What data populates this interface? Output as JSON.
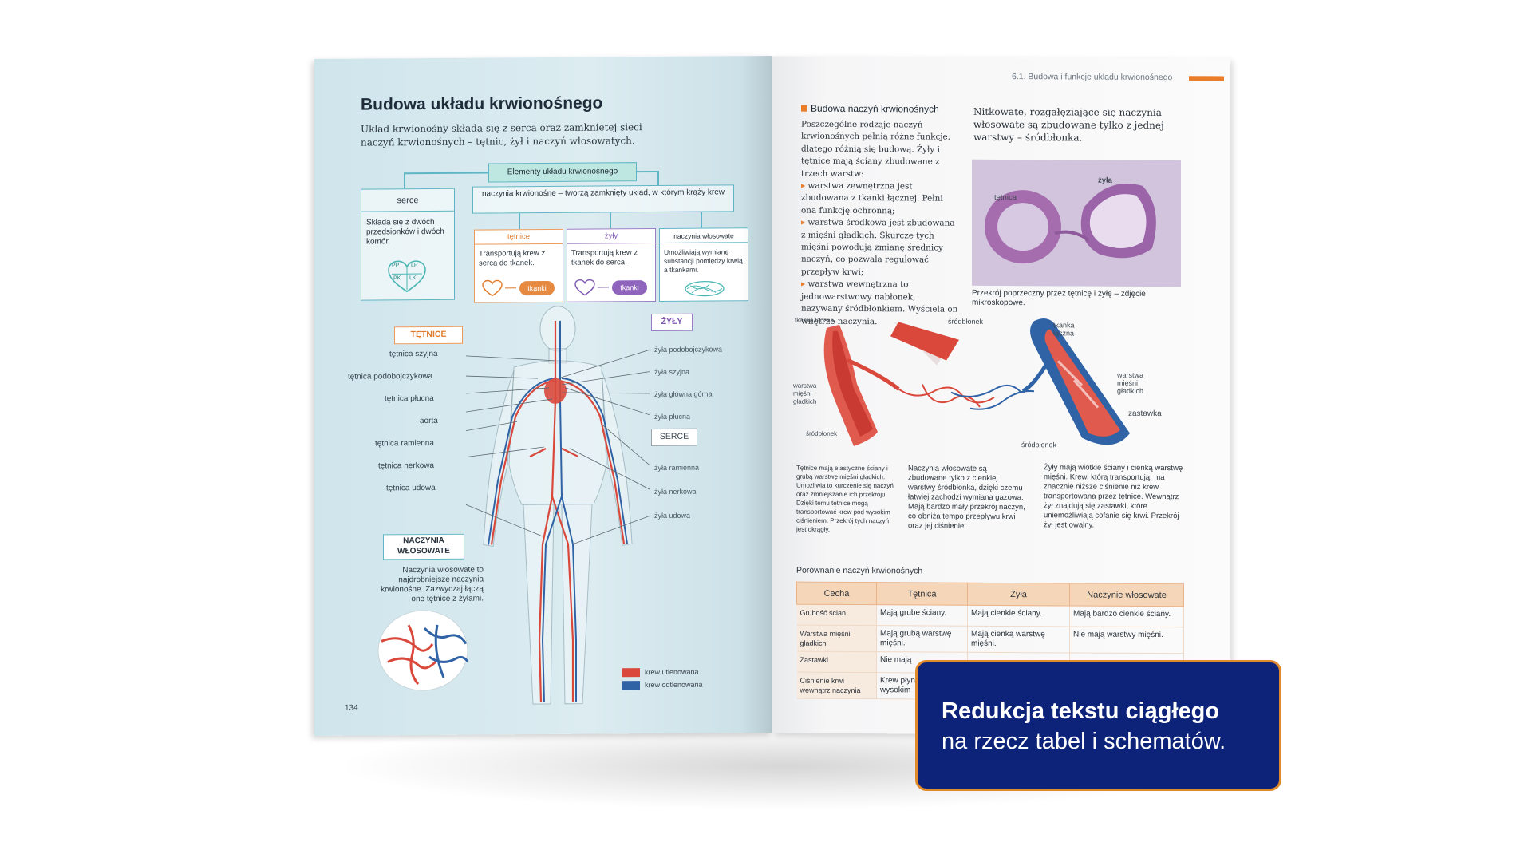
{
  "left_page": {
    "title": "Budowa układu krwionośnego",
    "intro": "Układ krwionośny składa się z serca oraz zamkniętej sieci naczyń krwionośnych – tętnic, żył i naczyń włosowatych.",
    "diagram_header": "Elementy układu krwionośnego",
    "heart_box": {
      "title": "serce",
      "text": "Składa się z dwóch przedsionków i dwóch komór.",
      "chambers": [
        "PP",
        "LP",
        "PK",
        "LK"
      ]
    },
    "vessels_box": {
      "title": "naczynia krwionośne – tworzą zamknięty układ, w którym krąży krew"
    },
    "arteries_box": {
      "title": "tętnice",
      "text": "Transportują krew z serca do tkanek.",
      "tag": "tkanki"
    },
    "veins_box": {
      "title": "żyły",
      "text": "Transportują krew z tkanek do serca.",
      "tag": "tkanki"
    },
    "capillaries_box": {
      "title": "naczynia włosowate",
      "text": "Umożliwiają wymianę substancji pomiędzy krwią a tkankami."
    },
    "arteries_label": "TĘTNICE",
    "veins_label": "ŻYŁY",
    "heart_label": "SERCE",
    "capillaries_label": "NACZYNIA WŁOSOWATE",
    "artery_labels": [
      "tętnica szyjna",
      "tętnica podobojczykowa",
      "tętnica płucna",
      "aorta",
      "tętnica ramienna",
      "tętnica nerkowa",
      "tętnica udowa"
    ],
    "vein_labels_top": [
      "żyła podobojczykowa",
      "żyła szyjna",
      "żyła główna górna",
      "żyła płucna"
    ],
    "vein_labels_bottom": [
      "żyła ramienna",
      "żyła nerkowa",
      "żyła udowa"
    ],
    "capillaries_text": "Naczynia włosowate to najdrobniejsze naczynia krwionośne. Zazwyczaj łączą one tętnice z żyłami.",
    "legend": [
      {
        "label": "krew utlenowana",
        "color": "#d9483b"
      },
      {
        "label": "krew odtlenowana",
        "color": "#2f63a6"
      }
    ],
    "page_number": "134"
  },
  "right_page": {
    "chapter": "6.1. Budowa i funkcje układu krwionośnego",
    "section_title": "Budowa naczyń krwionośnych",
    "body_intro": "Poszczególne rodzaje naczyń krwionośnych pełnią różne funkcje, dlatego różnią się budową. Żyły i tętnice mają ściany zbudowane z trzech warstw:",
    "layers": [
      "warstwa zewnętrzna jest zbudowana z tkanki łącznej. Pełni ona funkcję ochronną;",
      "warstwa środkowa jest zbudowana z mięśni gładkich. Skurcze tych mięśni powodują zmianę średnicy naczyń, co pozwala regulować przepływ krwi;",
      "warstwa wewnętrzna to jednowarstwowy nabłonek, nazywany śródbłonkiem. Wyściela on wnętrze naczynia."
    ],
    "capillary_text": "Nitkowate, rozgałęziające się naczynia włosowate są zbudowane tylko z jednej warstwy – śródbłonka.",
    "micro_labels": [
      "żyła",
      "tętnica"
    ],
    "micro_caption": "Przekrój poprzeczny przez tętnicę i żyłę – zdjęcie mikroskopowe.",
    "vessel_labels": {
      "tissue_left": "tkanka łączna",
      "muscle_left": "warstwa mięśni gładkich",
      "endo_left": "śródbłonek",
      "endo_mid": "śródbłonek",
      "tissue_right": "tkanka łączna",
      "muscle_right": "warstwa mięśni gładkich",
      "valve": "zastawka",
      "endo_right": "śródbłonek"
    },
    "caption_arteries": "Tętnice mają elastyczne ściany i grubą warstwę mięśni gładkich. Umożliwia to kurczenie się naczyń oraz zmniejszanie ich przekroju. Dzięki temu tętnice mogą transportować krew pod wysokim ciśnieniem. Przekrój tych naczyń jest okrągły.",
    "caption_capillaries": "Naczynia włosowate są zbudowane tylko z cienkiej warstwy śródbłonka, dzięki czemu łatwiej zachodzi wymiana gazowa. Mają bardzo mały przekrój naczyń, co obniża tempo przepływu krwi oraz jej ciśnienie.",
    "caption_veins": "Żyły mają wiotkie ściany i cienką warstwę mięśni. Krew, którą transportują, ma znacznie niższe ciśnienie niż krew transportowana przez tętnice. Wewnątrz żył znajdują się zastawki, które uniemożliwiają cofanie się krwi. Przekrój żył jest owalny.",
    "table_title": "Porównanie naczyń krwionośnych",
    "table": {
      "headers": [
        "Cecha",
        "Tętnica",
        "Żyła",
        "Naczynie włosowate"
      ],
      "rows": [
        [
          "Grubość ścian",
          "Mają grube ściany.",
          "Mają cienkie ściany.",
          "Mają bardzo cienkie ściany."
        ],
        [
          "Warstwa mięśni gładkich",
          "Mają grubą warstwę mięśni.",
          "Mają cienką warstwę mięśni.",
          "Nie mają warstwy mięśni."
        ],
        [
          "Zastawki",
          "Nie mają",
          "",
          ""
        ],
        [
          "Ciśnienie krwi wewnątrz naczynia",
          "Krew płynie pod wysokim",
          "",
          ""
        ]
      ]
    }
  },
  "callout": {
    "line1": "Redukcja tekstu ciągłego",
    "line2": "na rzecz tabel i schematów."
  }
}
